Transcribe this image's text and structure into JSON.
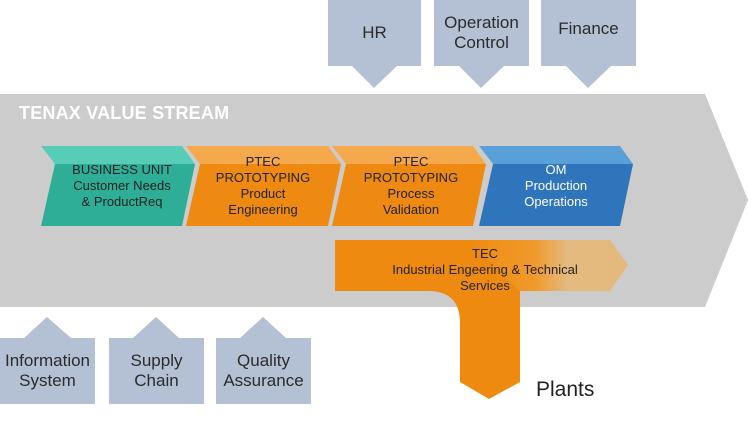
{
  "title": "TENAX VALUE STREAM",
  "top_boxes": [
    {
      "label": [
        "HR"
      ]
    },
    {
      "label": [
        "Operation",
        "Control"
      ]
    },
    {
      "label": [
        "Finance"
      ]
    }
  ],
  "bottom_boxes": [
    {
      "label": [
        "Information",
        "System"
      ]
    },
    {
      "label": [
        "Supply",
        "Chain"
      ]
    },
    {
      "label": [
        "Quality",
        "Assurance"
      ]
    }
  ],
  "stages": [
    {
      "label": [
        "BUSINESS UNIT",
        "Customer Needs",
        "& ProductReq"
      ]
    },
    {
      "label": [
        "PTEC",
        "PROTOTYPING",
        "Product",
        "Engineering"
      ]
    },
    {
      "label": [
        "PTEC",
        "PROTOTYPING",
        "Process",
        "Validation"
      ]
    },
    {
      "label": [
        "OM",
        "Production",
        "Operations"
      ]
    }
  ],
  "tec": {
    "label": [
      "TEC",
      "Industrial Engeering & Technical",
      "Services"
    ]
  },
  "plants": "Plants",
  "colors": {
    "stream": "#cccccc",
    "support_box": "#b4c0d4",
    "teal": "#57cdb8",
    "teal_dark": "#2fae97",
    "orange": "#f5a94c",
    "orange_dark": "#ee8a12",
    "blue": "#5aa0d8",
    "blue_dark": "#2f75bb",
    "tec_fade": "#e3b97c"
  }
}
